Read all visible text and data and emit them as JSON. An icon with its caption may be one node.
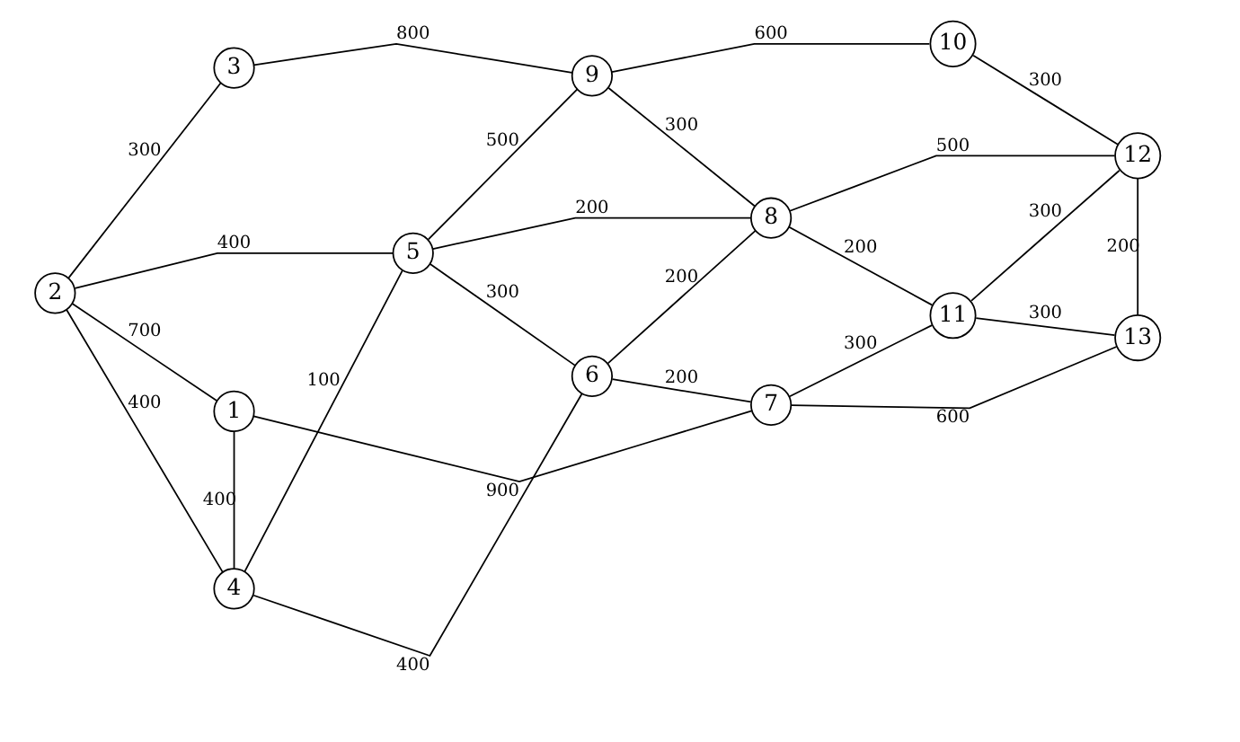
{
  "diagram": {
    "nodes": [
      {
        "text": [
          "3"
        ]
      },
      {
        "text": [
          "9"
        ]
      },
      {
        "text": [
          "10"
        ]
      },
      {
        "text": [
          "2"
        ]
      },
      {
        "text": [
          "5"
        ]
      },
      {
        "text": [
          "8"
        ]
      },
      {
        "text": [
          "12"
        ]
      },
      {
        "text": [
          "4"
        ]
      },
      {
        "text": [
          "6"
        ]
      },
      {
        "text": [
          "11"
        ]
      },
      {
        "text": [
          "13"
        ]
      },
      {
        "text": [
          "1"
        ]
      },
      {
        "text": [
          "7"
        ]
      }
    ],
    "edges": [
      {
        "from": 0,
        "to": 1,
        "arrow": "none",
        "label": "800"
      },
      {
        "from": 1,
        "to": 2,
        "arrow": "none",
        "label": "600"
      },
      {
        "from": 3,
        "to": 0,
        "arrow": "none",
        "label": "300"
      },
      {
        "from": 4,
        "to": 1,
        "arrow": "none",
        "label": "500"
      },
      {
        "from": 1,
        "to": 5,
        "arrow": "none",
        "label": "300"
      },
      {
        "from": 2,
        "to": 6,
        "arrow": "none",
        "label": "300"
      },
      {
        "from": 3,
        "to": 4,
        "arrow": "none",
        "label": "400"
      },
      {
        "from": 4,
        "to": 5,
        "arrow": "none",
        "label": "200"
      },
      {
        "from": 5,
        "to": 6,
        "arrow": "none",
        "label": "500"
      },
      {
        "from": 3,
        "to": 7,
        "arrow": "none",
        "label": "400"
      },
      {
        "from": 7,
        "to": 4,
        "arrow": "none",
        "label": "100"
      },
      {
        "from": 4,
        "to": 8,
        "arrow": "none",
        "label": "300"
      },
      {
        "from": 8,
        "to": 5,
        "arrow": "none",
        "label": "200"
      },
      {
        "from": 5,
        "to": 9,
        "arrow": "none",
        "label": "200"
      },
      {
        "from": 9,
        "to": 6,
        "arrow": "none",
        "label": "300"
      },
      {
        "from": 6,
        "to": 10,
        "arrow": "none",
        "label": "200"
      },
      {
        "from": 3,
        "to": 11,
        "arrow": "none",
        "label": "700"
      },
      {
        "from": 7,
        "to": 8,
        "arrow": "none",
        "label": "400"
      },
      {
        "from": 9,
        "to": 10,
        "arrow": "none",
        "label": "300"
      },
      {
        "from": 11,
        "to": 7,
        "arrow": "none",
        "label": "400"
      },
      {
        "from": 8,
        "to": 12,
        "arrow": "none",
        "label": "200"
      },
      {
        "from": 12,
        "to": 9,
        "arrow": "none",
        "label": "300"
      },
      {
        "from": 12,
        "to": 10,
        "arrow": "none",
        "label": "600"
      },
      {
        "from": 11,
        "to": 12,
        "arrow": "none",
        "label": "900"
      }
    ]
  }
}
